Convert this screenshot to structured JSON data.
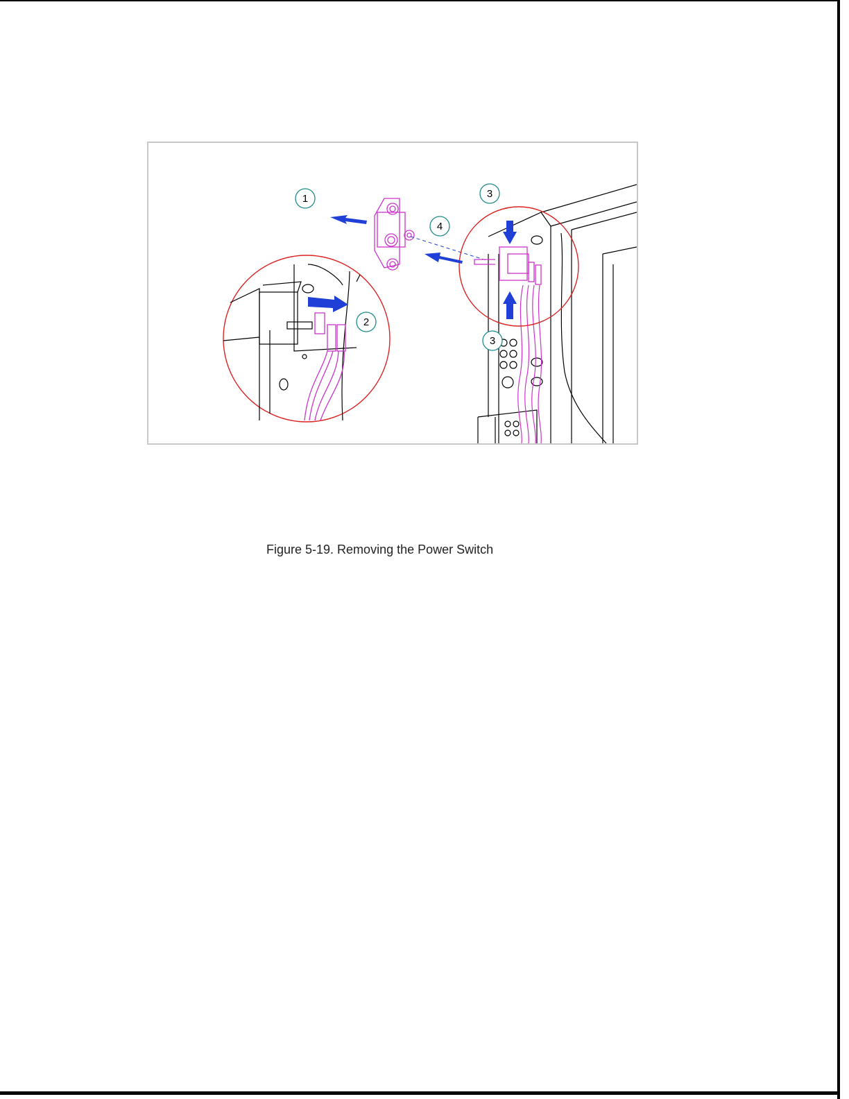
{
  "figure": {
    "callouts": [
      "1",
      "2",
      "3",
      "3",
      "4"
    ],
    "colors": {
      "part": "#cc33cc",
      "arrow": "#1f3fd6",
      "detail_circle": "#dd2222",
      "callout_circle": "#1f8a8a",
      "line": "#000000",
      "frame": "#c8c8c8"
    }
  },
  "caption": "Figure 5-19. Removing the Power Switch"
}
